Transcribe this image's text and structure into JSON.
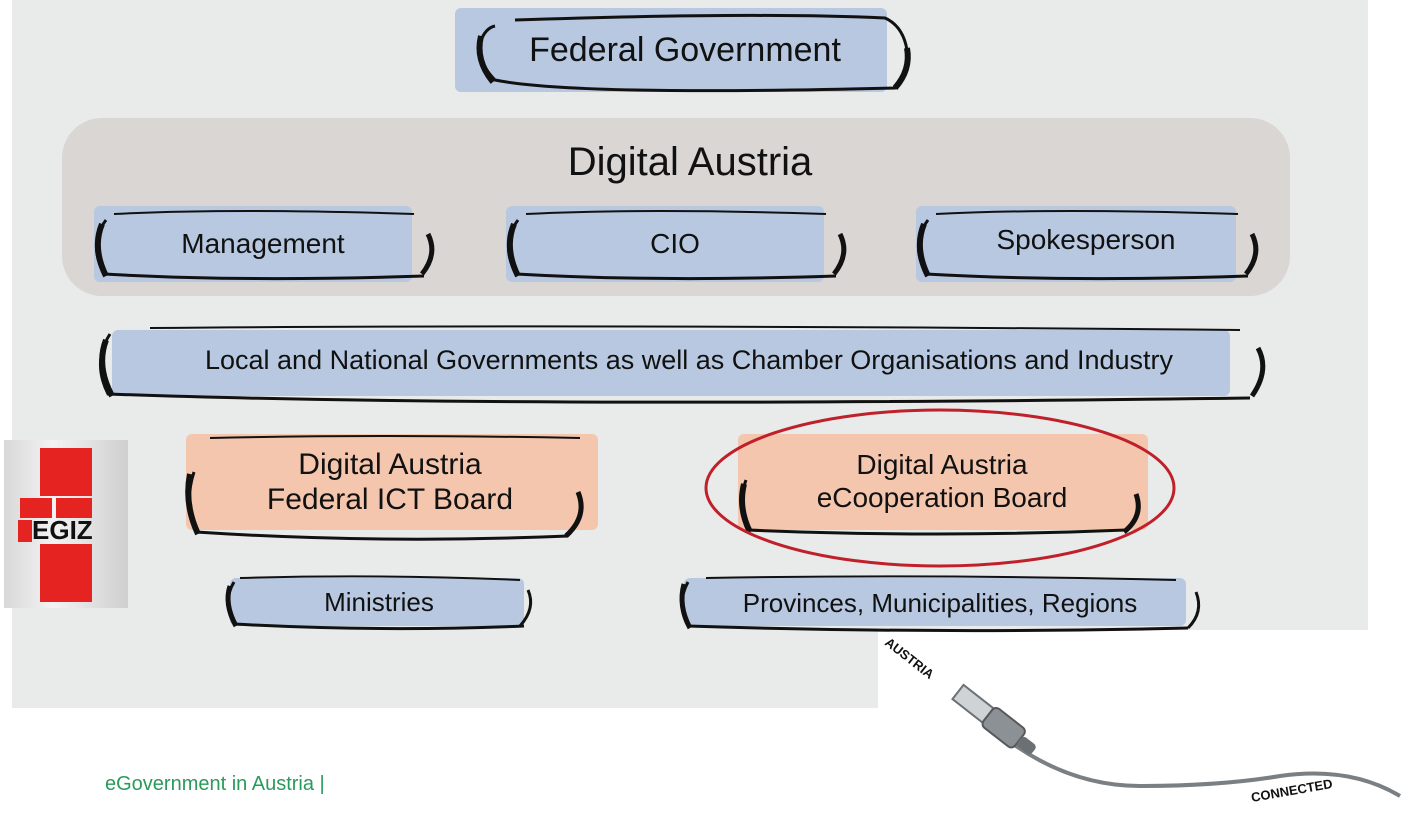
{
  "diagram": {
    "federal_government": "Federal Government",
    "digital_austria": "Digital Austria",
    "management": "Management",
    "cio": "CIO",
    "spokesperson": "Spokesperson",
    "governments_industry": "Local and National Governments as well as Chamber Organisations and Industry",
    "federal_ict_board": {
      "line1": "Digital Austria",
      "line2": "Federal ICT Board"
    },
    "ecooperation_board": {
      "line1": "Digital Austria",
      "line2": "eCooperation Board"
    },
    "ministries": "Ministries",
    "provinces": "Provinces, Municipalities, Regions"
  },
  "logo": {
    "text": "EGIZ",
    "color": "#e52421"
  },
  "usb_graphic": {
    "top_text": "AUSTRIA",
    "bottom_text": "CONNECTED"
  },
  "footer": {
    "text": "eGovernment in Austria |"
  },
  "colors": {
    "blue_box": "#b7c8e0",
    "orange_box": "#f4c6ae",
    "highlight_ellipse": "#c0202a",
    "footer_text": "#2a9a5a"
  }
}
